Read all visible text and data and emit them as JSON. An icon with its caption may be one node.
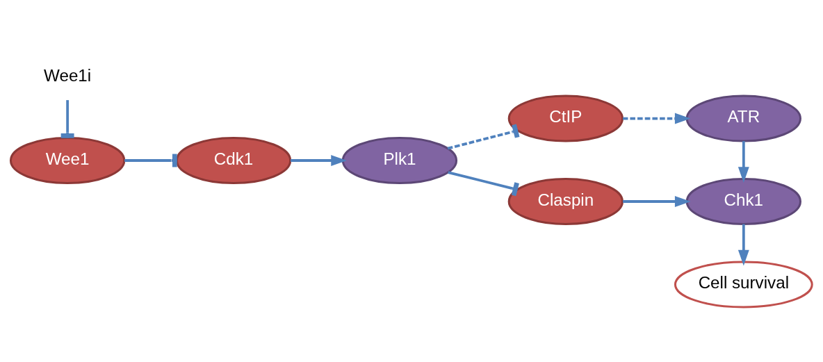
{
  "diagram": {
    "nodes": [
      {
        "text": [
          "Wee1i"
        ]
      },
      {
        "text": [
          "Wee1"
        ]
      },
      {
        "text": [
          "Cdk1"
        ]
      },
      {
        "text": [
          "Plk1"
        ]
      },
      {
        "text": [
          "CtIP"
        ]
      },
      {
        "text": [
          "ATR"
        ]
      },
      {
        "text": [
          "Claspin"
        ]
      },
      {
        "text": [
          "Chk1"
        ]
      },
      {
        "text": [
          "Cell survival"
        ]
      }
    ],
    "edges": [
      {
        "from": 0,
        "to": 1,
        "arrow": "other"
      },
      {
        "from": 1,
        "to": 2,
        "arrow": "other"
      },
      {
        "from": 2,
        "to": 3,
        "arrow": "to"
      },
      {
        "from": 3,
        "to": 4,
        "arrow": "other",
        "style": "dashed"
      },
      {
        "from": 4,
        "to": 5,
        "arrow": "to",
        "style": "dashed"
      },
      {
        "from": 3,
        "to": 6,
        "arrow": "other"
      },
      {
        "from": 6,
        "to": 7,
        "arrow": "to"
      },
      {
        "from": 5,
        "to": 7,
        "arrow": "to"
      },
      {
        "from": 7,
        "to": 8,
        "arrow": "to"
      }
    ]
  }
}
